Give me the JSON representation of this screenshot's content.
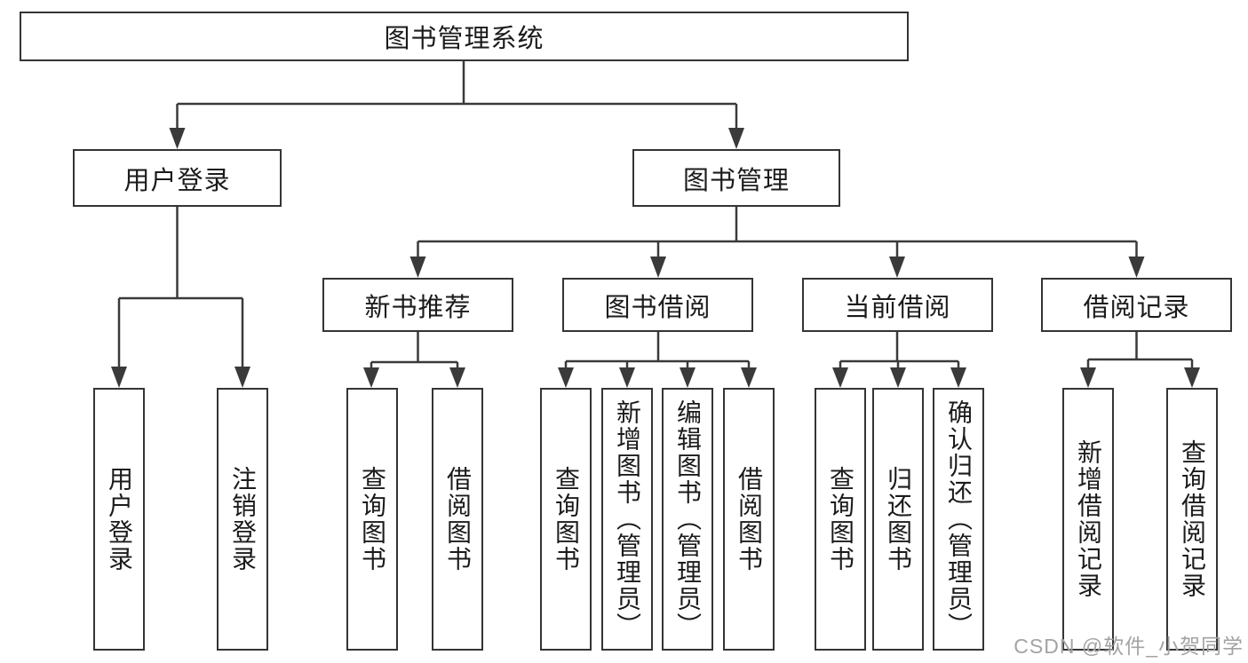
{
  "tree": {
    "label": "图书管理系统",
    "children": [
      {
        "label": "用户登录",
        "children": [
          {
            "label": "用户登录"
          },
          {
            "label": "注销登录"
          }
        ]
      },
      {
        "label": "图书管理",
        "children": [
          {
            "label": "新书推荐",
            "children": [
              {
                "label": "查询图书"
              },
              {
                "label": "借阅图书"
              }
            ]
          },
          {
            "label": "图书借阅",
            "children": [
              {
                "label": "查询图书"
              },
              {
                "label": "新增图书（管理员）"
              },
              {
                "label": "编辑图书（管理员）"
              },
              {
                "label": "借阅图书"
              }
            ]
          },
          {
            "label": "当前借阅",
            "children": [
              {
                "label": "查询图书"
              },
              {
                "label": "归还图书"
              },
              {
                "label": "确认归还（管理员）"
              }
            ]
          },
          {
            "label": "借阅记录",
            "children": [
              {
                "label": "新增借阅记录"
              },
              {
                "label": "查询借阅记录"
              }
            ]
          }
        ]
      }
    ]
  },
  "watermark": "CSDN @软件_小贺同学",
  "colors": {
    "line": "#3a3a3a",
    "box_border": "#343434",
    "text": "#1b1b1b",
    "watermark": "#a3a3a3"
  }
}
